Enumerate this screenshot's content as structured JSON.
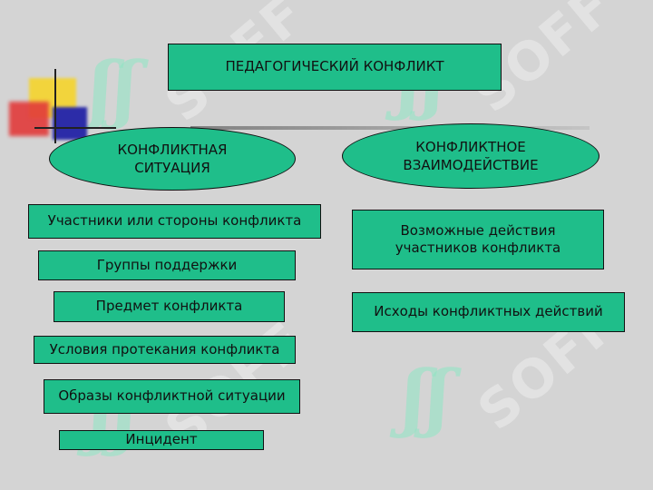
{
  "title": "ПЕДАГОГИЧЕСКИЙ КОНФЛИКТ",
  "branches": {
    "left": "КОНФЛИКТНАЯ\nСИТУАЦИЯ",
    "right": "КОНФЛИКТНОЕ\nВЗАИМОДЕЙСТВИЕ"
  },
  "left_items": [
    "Участники или стороны конфликта",
    "Группы поддержки",
    "Предмет конфликта",
    "Условия протекания конфликта",
    "Образы конфликтной ситуации",
    "Инцидент"
  ],
  "right_items": [
    "Возможные действия\nучастников конфликта",
    "Исходы конфликтных действий"
  ],
  "watermark": "SOFF",
  "colors": {
    "background": "#d4d4d4",
    "box_fill": "#1fbe8a",
    "border": "#111111"
  }
}
